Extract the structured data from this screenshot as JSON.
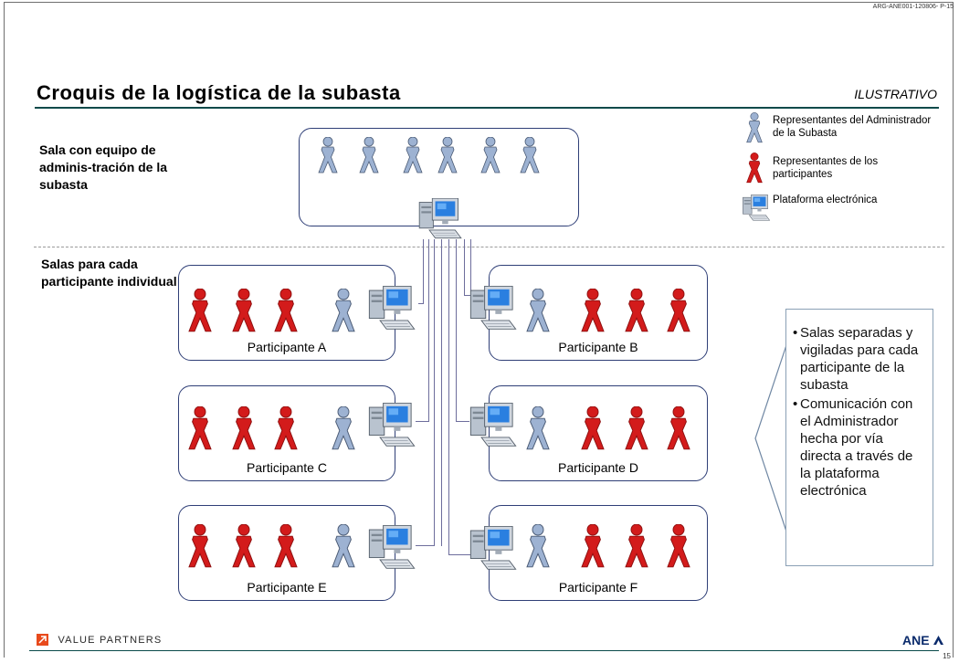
{
  "header": {
    "doc_code": "ARG-ANE001-120806- P-15",
    "title": "Croquis de la logística de la subasta",
    "tag": "ILUSTRATIVO"
  },
  "sections": {
    "admin_room_label": "Sala con equipo de adminis-tración de la subasta",
    "participant_rooms_label": "Salas para cada participante individual"
  },
  "rooms": [
    {
      "label": "Participante A"
    },
    {
      "label": "Participante B"
    },
    {
      "label": "Participante C"
    },
    {
      "label": "Participante D"
    },
    {
      "label": "Participante E"
    },
    {
      "label": "Participante F"
    }
  ],
  "legend": {
    "admin_reps": "Representantes del Administrador de la Subasta",
    "participant_reps": "Representantes de los participantes",
    "platform": "Plataforma electrónica"
  },
  "notes": [
    "Salas separadas y vigiladas para cada participante de la subasta",
    "Comunicación con el Administrador hecha por vía directa a través de la plataforma electrónica"
  ],
  "footer": {
    "brand": "VALUE PARTNERS",
    "client_logo": "ANE",
    "page_number": "15"
  },
  "colors": {
    "admin_person": "#9db2d2",
    "participant_person": "#d31b1b",
    "room_border": "#2f3f77",
    "title_rule": "#0a4a4a"
  },
  "icons": [
    "person-admin-icon",
    "person-participant-icon",
    "computer-icon"
  ]
}
